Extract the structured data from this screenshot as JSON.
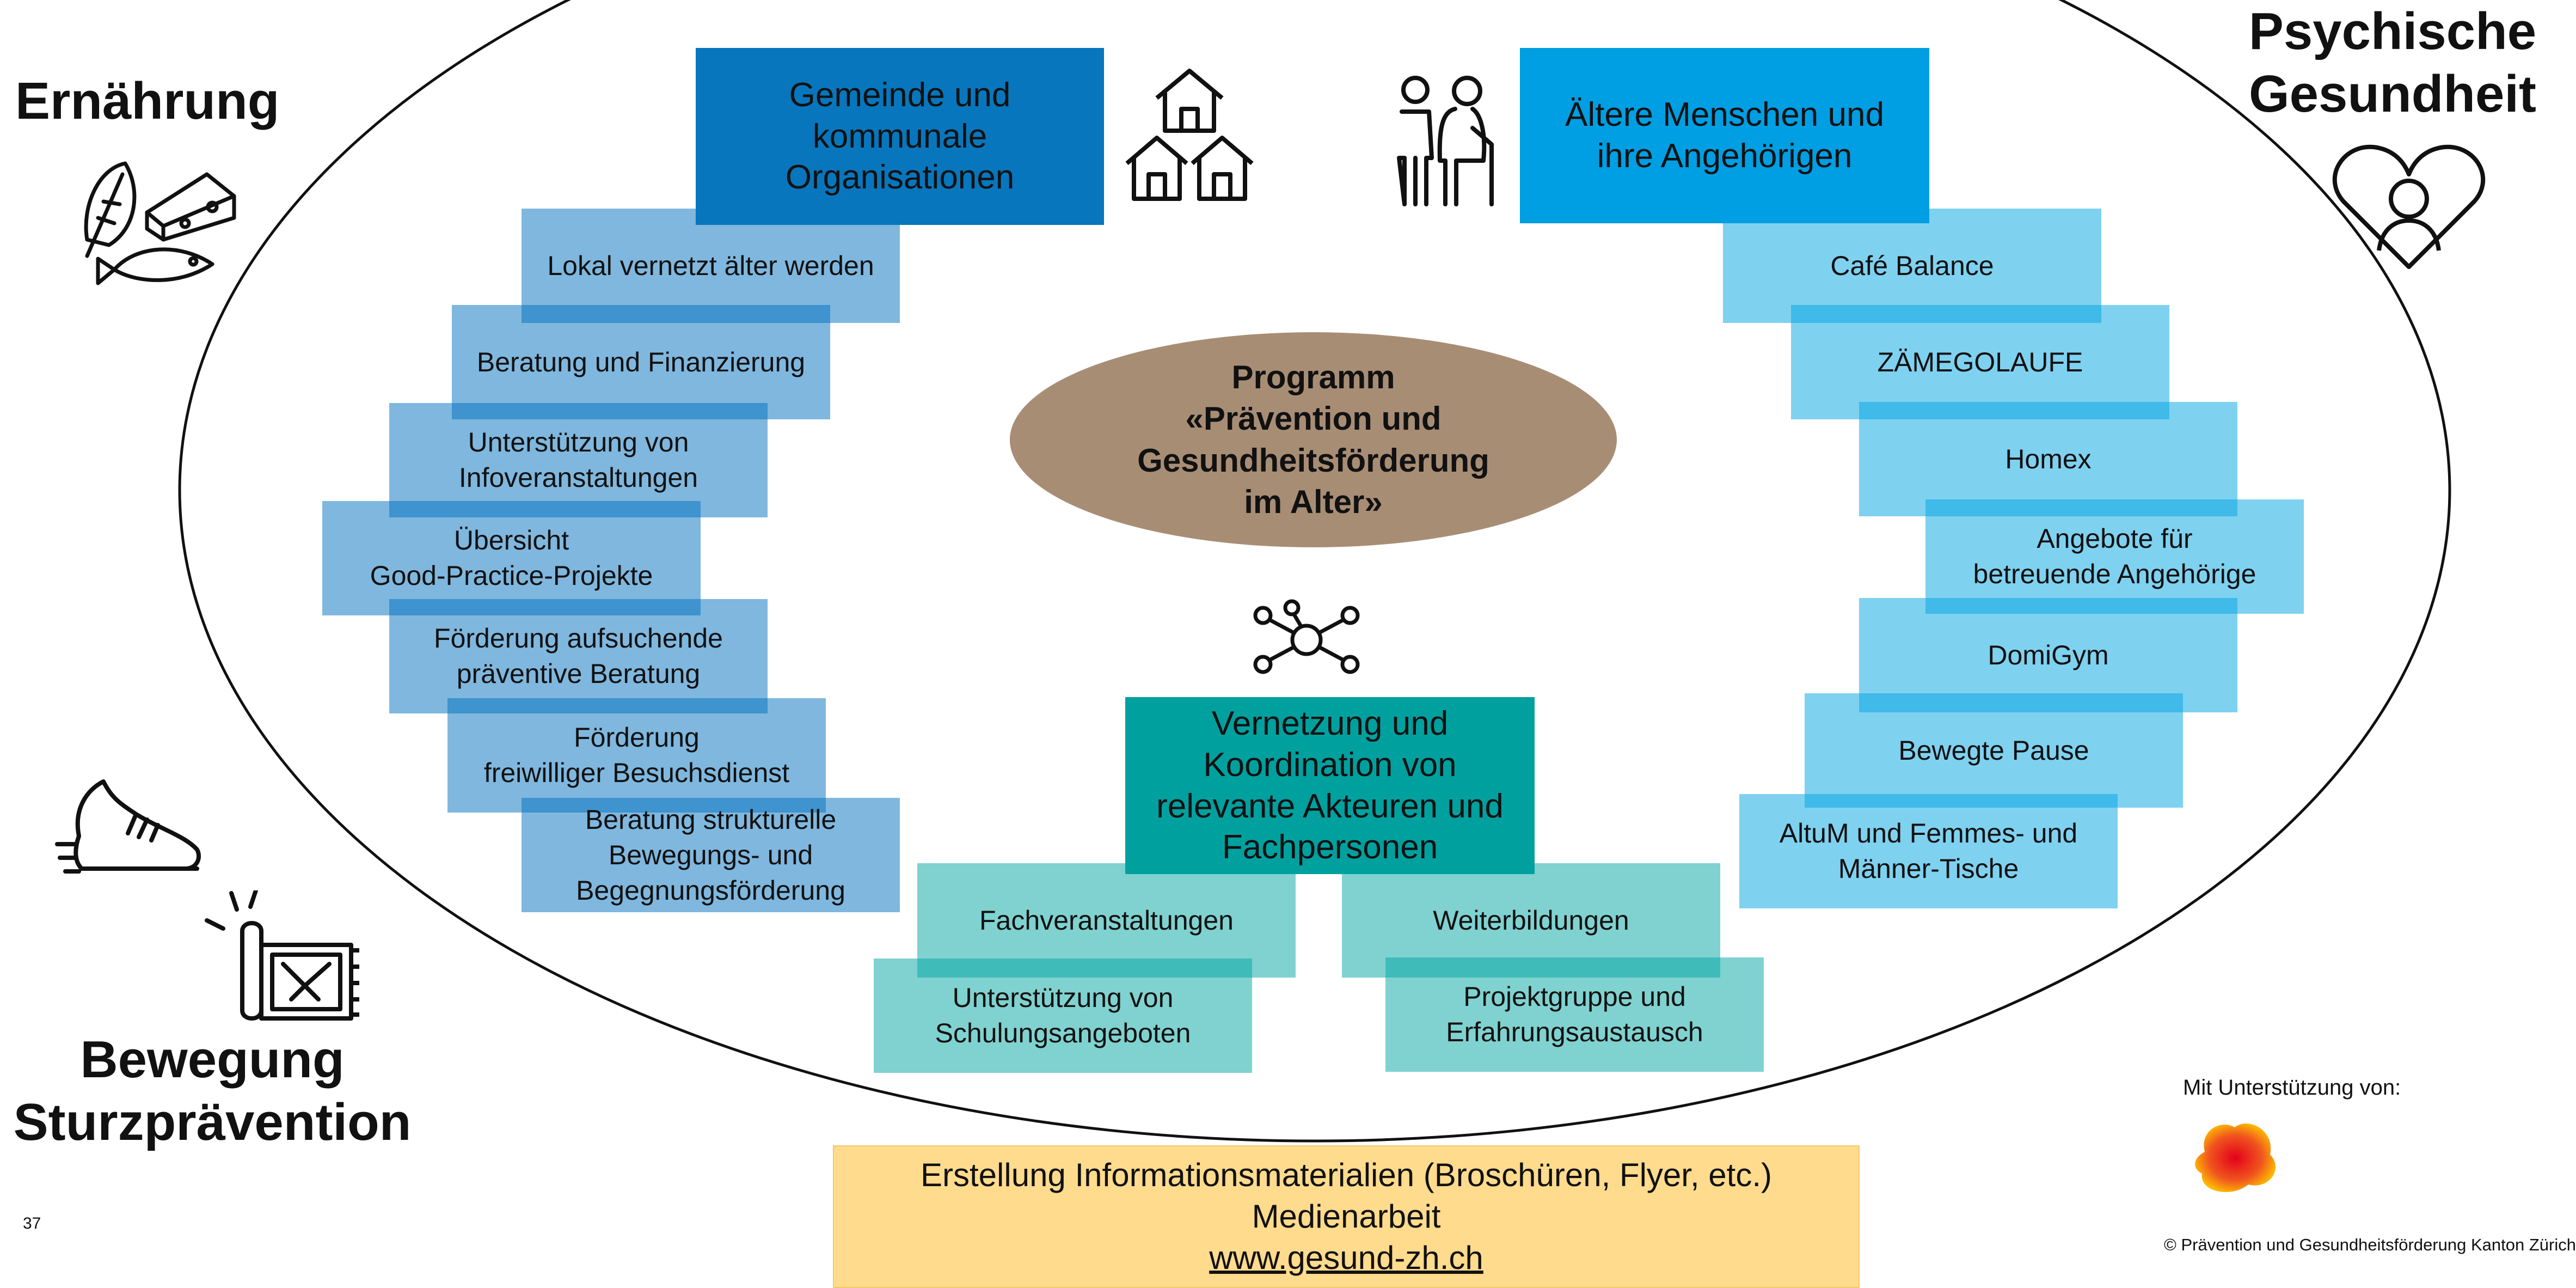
{
  "corners": {
    "top_left": "Ernährung",
    "top_right_line1": "Psychische",
    "top_right_line2": "Gesundheit",
    "bottom_left_line1": "Bewegung",
    "bottom_left_line2": "Sturzprävention"
  },
  "center_program": {
    "line1": "Programm",
    "line2": "«Prävention und",
    "line3": "Gesundheitsförderung",
    "line4": "im Alter»"
  },
  "pillars": {
    "community": {
      "title_line1": "Gemeinde und",
      "title_line2": "kommunale",
      "title_line3": "Organisationen",
      "items": [
        {
          "line1": "Lokal vernetzt älter werden"
        },
        {
          "line1": "Beratung und Finanzierung"
        },
        {
          "line1": "Unterstützung von",
          "line2": "Infoveranstaltungen"
        },
        {
          "line1": "Übersicht",
          "line2": "Good-Practice-Projekte"
        },
        {
          "line1": "Förderung aufsuchende",
          "line2": "präventive Beratung"
        },
        {
          "line1": "Förderung",
          "line2": "freiwilliger Besuchsdienst"
        },
        {
          "line1": "Beratung strukturelle",
          "line2": "Bewegungs- und",
          "line3": "Begegnungsförderung"
        }
      ]
    },
    "seniors": {
      "title_line1": "Ältere Menschen und",
      "title_line2": "ihre Angehörigen",
      "items": [
        {
          "line1": "Café Balance"
        },
        {
          "line1": "ZÄMEGOLAUFE"
        },
        {
          "line1": "Homex"
        },
        {
          "line1": "Angebote für",
          "line2": "betreuende Angehörige"
        },
        {
          "line1": "DomiGym"
        },
        {
          "line1": "Bewegte Pause"
        },
        {
          "line1": "AltuM und Femmes- und",
          "line2": "Männer-Tische"
        }
      ]
    },
    "network": {
      "title_line1": "Vernetzung und",
      "title_line2": "Koordination von",
      "title_line3": "relevante Akteuren und",
      "title_line4": "Fachpersonen",
      "items": [
        {
          "line1": "Fachveranstaltungen"
        },
        {
          "line1": "Weiterbildungen"
        },
        {
          "line1": "Unterstützung von",
          "line2": "Schulungsangeboten"
        },
        {
          "line1": "Projektgruppe und",
          "line2": "Erfahrungsaustausch"
        }
      ]
    }
  },
  "info_box": {
    "line1": "Erstellung Informationsmaterialien (Broschüren, Flyer, etc.)",
    "line2": "Medienarbeit",
    "link": "www.gesund-zh.ch"
  },
  "footer": {
    "page_number": "37",
    "support_label": "Mit Unterstützung von:",
    "copyright": "© Prävention und Gesundheitsförderung Kanton Zürich"
  },
  "icons": {
    "food": "food-icon",
    "mental_health": "heart-person-icon",
    "houses": "houses-icon",
    "elderly": "elderly-couple-icon",
    "network": "network-icon",
    "shoe": "running-shoe-icon",
    "carpet": "tripping-rug-icon",
    "logo": "sponsor-logo"
  },
  "colors": {
    "community_head": "#0776bd",
    "seniors_head": "#009ee2",
    "network_head": "#00a09f",
    "program_oval": "#a88d75",
    "info_box": "#ffdb8d"
  }
}
